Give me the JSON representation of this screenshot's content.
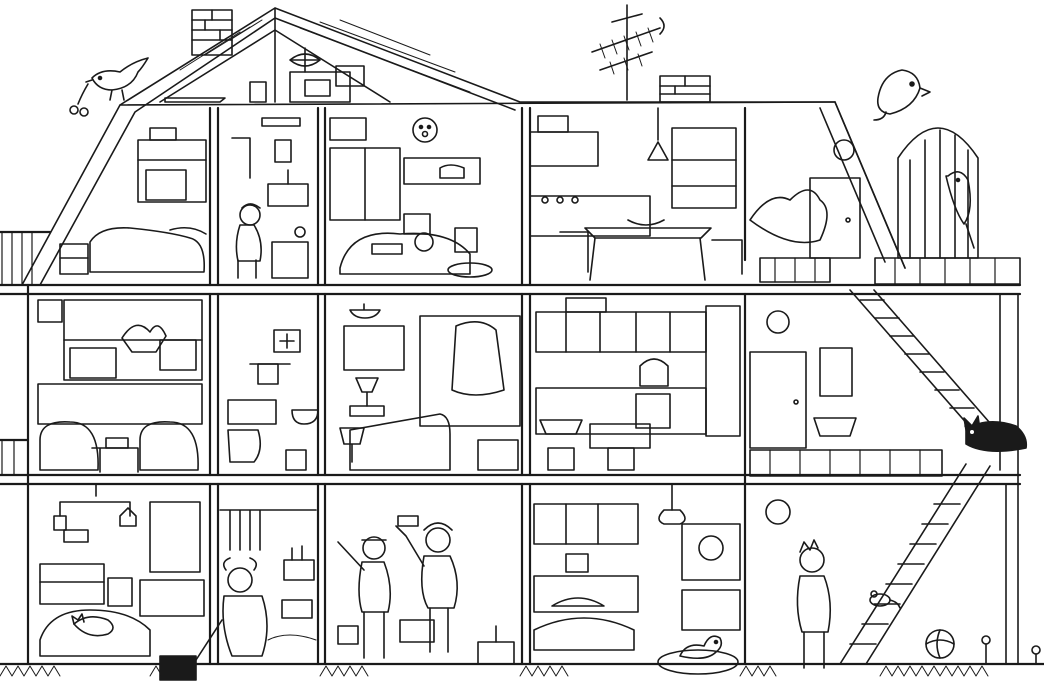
{
  "scene": {
    "kind": "line-art coloring page",
    "subject": "cutaway house",
    "line_color": "#1a1a1a",
    "paper_color": "#ffffff"
  },
  "rooms": [
    {
      "floor": "attic",
      "name": "attic"
    },
    {
      "floor": "top",
      "name": "bedroom"
    },
    {
      "floor": "top",
      "name": "bathroom"
    },
    {
      "floor": "top",
      "name": "bedroom-2"
    },
    {
      "floor": "top",
      "name": "kitchen-dining"
    },
    {
      "floor": "middle",
      "name": "living-room"
    },
    {
      "floor": "middle",
      "name": "bathroom"
    },
    {
      "floor": "middle",
      "name": "bedroom"
    },
    {
      "floor": "middle",
      "name": "kitchen"
    },
    {
      "floor": "middle",
      "name": "hallway"
    },
    {
      "floor": "ground",
      "name": "nursery"
    },
    {
      "floor": "ground",
      "name": "bathroom"
    },
    {
      "floor": "ground",
      "name": "painting-room"
    },
    {
      "floor": "ground",
      "name": "kitchen"
    },
    {
      "floor": "ground",
      "name": "hallway"
    }
  ],
  "icons": [
    "tv-antenna-icon",
    "chimney-icon",
    "bird-icon",
    "parrot-icon",
    "cat-icon",
    "mouse-icon",
    "ball-icon",
    "duck-icon",
    "lawnmower-icon",
    "ladder-icon",
    "staircase-icon",
    "birdcage-icon"
  ]
}
